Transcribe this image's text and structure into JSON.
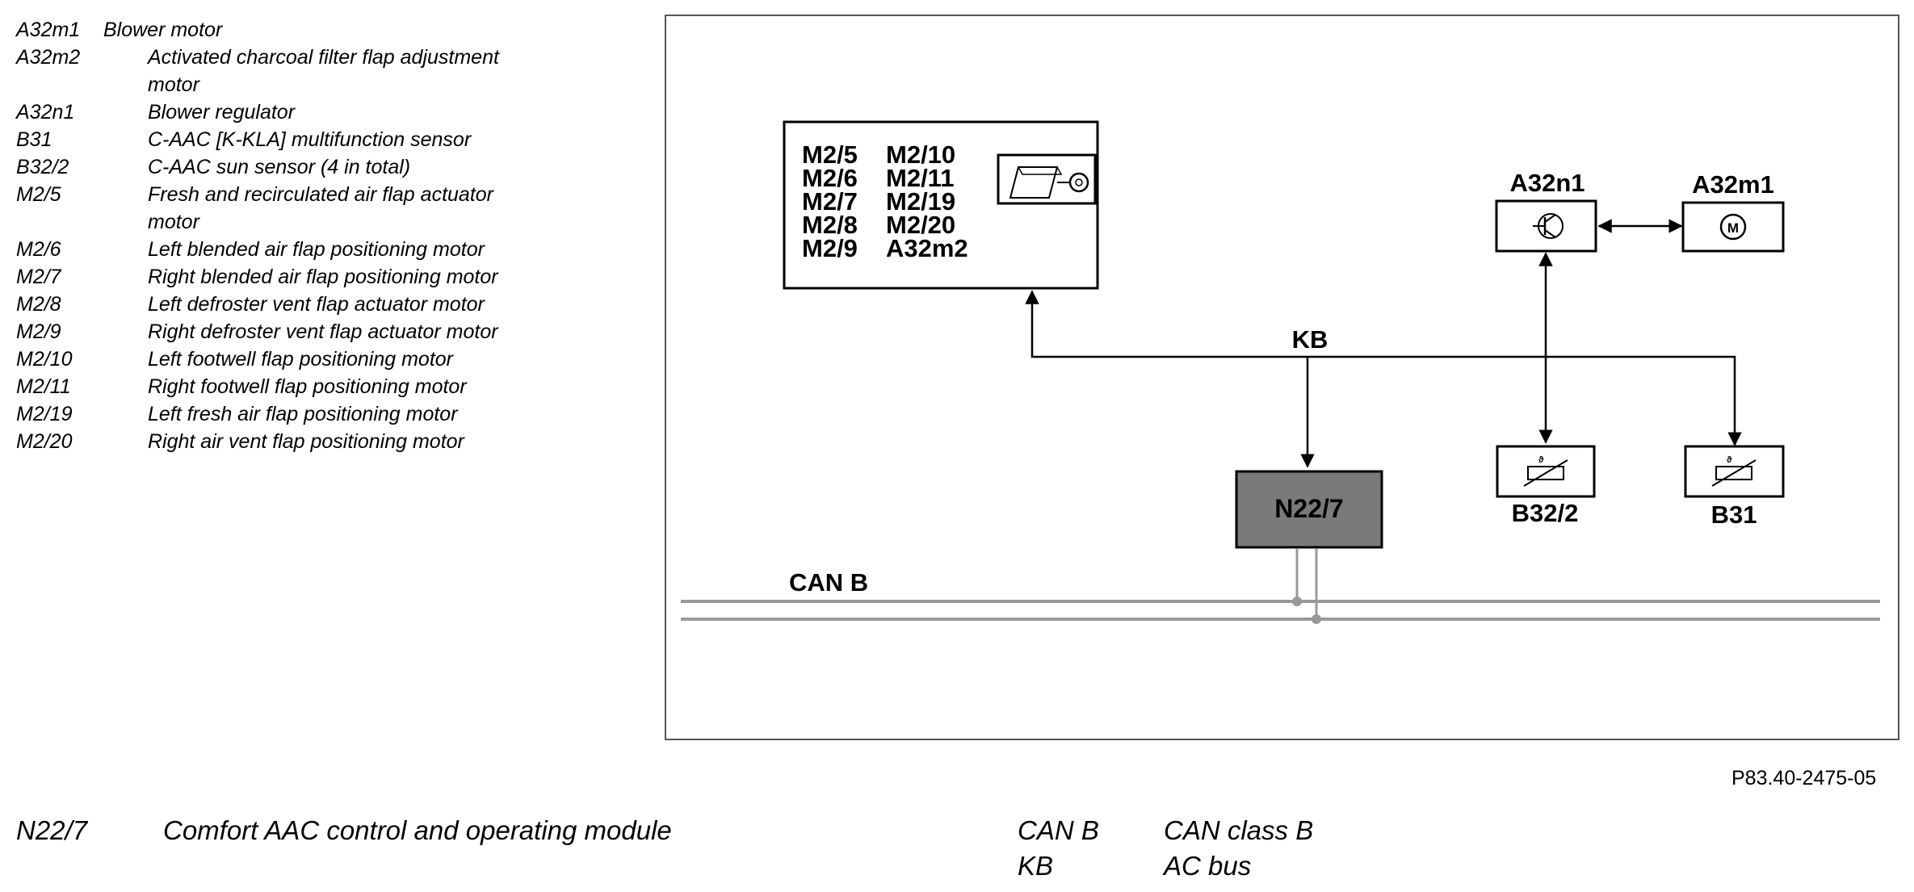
{
  "legend": [
    {
      "code": "A32m1",
      "desc": "Blower motor"
    },
    {
      "code": "A32m2",
      "desc": "Activated charcoal filter flap adjustment motor"
    },
    {
      "code": "A32n1",
      "desc": "Blower regulator"
    },
    {
      "code": "B31",
      "desc": "C-AAC [K-KLA] multifunction sensor"
    },
    {
      "code": "B32/2",
      "desc": "C-AAC sun sensor (4 in total)"
    },
    {
      "code": "M2/5",
      "desc": "Fresh and recirculated air flap actuator motor"
    },
    {
      "code": "M2/6",
      "desc": "Left blended air flap positioning motor"
    },
    {
      "code": "M2/7",
      "desc": "Right blended air flap positioning motor"
    },
    {
      "code": "M2/8",
      "desc": "Left defroster vent flap actuator motor"
    },
    {
      "code": "M2/9",
      "desc": "Right defroster vent flap actuator motor"
    },
    {
      "code": "M2/10",
      "desc": "Left footwell flap positioning motor"
    },
    {
      "code": "M2/11",
      "desc": "Right footwell flap positioning motor"
    },
    {
      "code": "M2/19",
      "desc": "Left fresh air flap positioning motor"
    },
    {
      "code": "M2/20",
      "desc": "Right air vent flap positioning motor"
    }
  ],
  "diagram": {
    "motor_group": {
      "col1": [
        "M2/5",
        "M2/6",
        "M2/7",
        "M2/8",
        "M2/9"
      ],
      "col2": [
        "M2/10",
        "M2/11",
        "M2/19",
        "M2/20",
        "A32m2"
      ]
    },
    "a32n1_label": "A32n1",
    "a32m1_label": "A32m1",
    "motor_symbol": "M",
    "kb_label": "KB",
    "n22_label": "N22/7",
    "b32_label": "B32/2",
    "b31_label": "B31",
    "canb_label": "CAN B"
  },
  "figure_id": "P83.40-2475-05",
  "bottom_legend": [
    {
      "code": "N22/7",
      "desc": "Comfort AAC control and operating module"
    },
    {
      "code": "CAN B",
      "desc": "CAN class B"
    },
    {
      "code": "KB",
      "desc": "AC bus"
    }
  ]
}
